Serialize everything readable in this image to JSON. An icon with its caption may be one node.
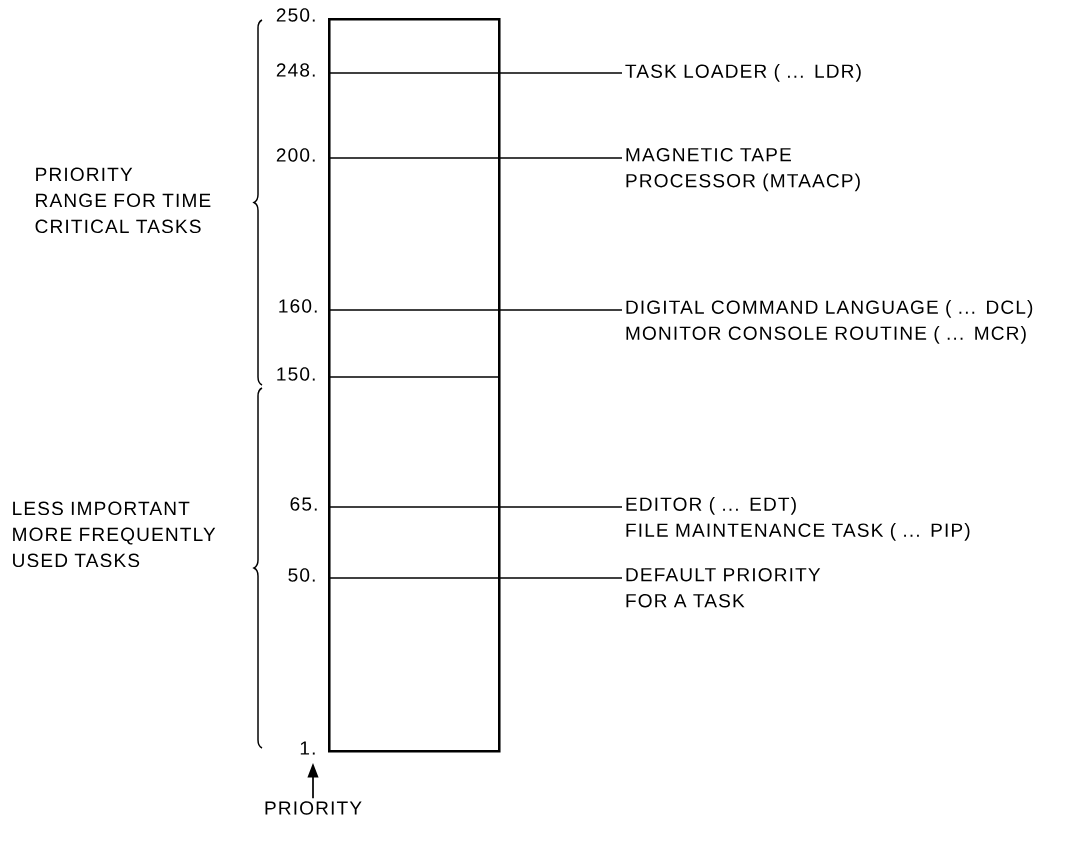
{
  "diagram": {
    "nodes": [
      {
        "text": [],
        "shape": "bar"
      },
      {
        "text": [
          "TASK LOADER ( ... LDR)"
        ]
      },
      {
        "text": [
          "MAGNETIC TAPE PROCESSOR (MTAACP)"
        ]
      },
      {
        "text": [
          "DIGITAL COMMAND LANGUAGE ( ... DCL)",
          "MONITOR CONSOLE ROUTINE ( ... MCR)"
        ]
      },
      {
        "text": [
          "EDITOR ( ... EDT)",
          "FILE MAINTENANCE TASK ( ... PIP)"
        ]
      },
      {
        "text": [
          "DEFAULT PRIORITY FOR A TASK"
        ]
      },
      {
        "text": [
          "PRIORITY"
        ]
      },
      {
        "text": [
          "1."
        ]
      }
    ],
    "edges": [
      {
        "from": 1,
        "to": 0,
        "arrow": "none"
      },
      {
        "from": 2,
        "to": 0,
        "arrow": "none"
      },
      {
        "from": 3,
        "to": 0,
        "arrow": "none"
      },
      {
        "from": 4,
        "to": 0,
        "arrow": "none"
      },
      {
        "from": 5,
        "to": 0,
        "arrow": "none"
      },
      {
        "from": 6,
        "to": 7,
        "arrow": "to"
      }
    ],
    "labels": [
      "250.",
      "248.",
      "200.",
      "PRIORITY RANGE FOR TIME CRITICAL TASKS",
      "160.",
      "150.",
      "65.",
      "LESS IMPORTANT MORE FREQUENTLY USED TASKS",
      "50."
    ]
  }
}
